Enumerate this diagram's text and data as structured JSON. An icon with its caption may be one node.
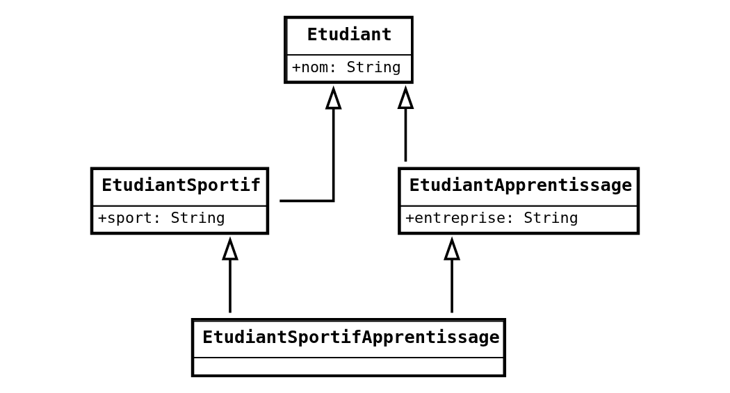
{
  "diagram": {
    "nodes": [
      {
        "text": [
          "Etudiant",
          "+nom: String"
        ]
      },
      {
        "text": [
          "EtudiantSportif",
          "+sport: String"
        ]
      },
      {
        "text": [
          "EtudiantApprentissage",
          "+entreprise: String"
        ]
      },
      {
        "text": [
          "EtudiantSportifApprentissage"
        ]
      }
    ],
    "edges": [
      {
        "from": 1,
        "to": 0,
        "arrow": "to"
      },
      {
        "from": 2,
        "to": 0,
        "arrow": "to"
      },
      {
        "from": 3,
        "to": 1,
        "arrow": "to"
      },
      {
        "from": 3,
        "to": 2,
        "arrow": "to"
      }
    ]
  }
}
